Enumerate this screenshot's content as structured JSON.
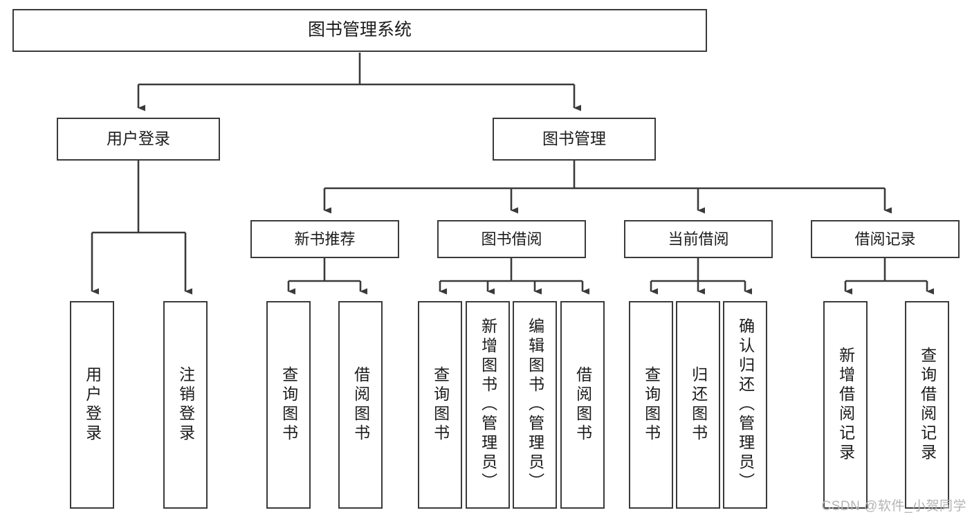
{
  "diagram": {
    "type": "tree",
    "title": "图书管理系统",
    "orientation": "top-down",
    "background_color": "#ffffff",
    "stroke_color": "#3a3a3a",
    "text_color": "#1b1b1b",
    "nodes": {
      "root": {
        "label": "图书管理系统"
      },
      "level1": [
        {
          "id": "user-login",
          "label": "用户登录"
        },
        {
          "id": "book-manage",
          "label": "图书管理"
        }
      ],
      "level2": [
        {
          "id": "new-book-recommend",
          "label": "新书推荐"
        },
        {
          "id": "book-borrow",
          "label": "图书借阅"
        },
        {
          "id": "current-borrow",
          "label": "当前借阅"
        },
        {
          "id": "borrow-record",
          "label": "借阅记录"
        }
      ],
      "leaves": {
        "user-login": [
          {
            "id": "leaf-user-login",
            "label": "用户登录"
          },
          {
            "id": "leaf-user-logout",
            "label": "注销登录"
          }
        ],
        "new-book-recommend": [
          {
            "id": "leaf-query-book-1",
            "label": "查询图书"
          },
          {
            "id": "leaf-borrow-book-1",
            "label": "借阅图书"
          }
        ],
        "book-borrow": [
          {
            "id": "leaf-query-book-2",
            "label": "查询图书"
          },
          {
            "id": "leaf-add-book",
            "label": "新增图书（管理员）"
          },
          {
            "id": "leaf-edit-book",
            "label": "编辑图书（管理员）"
          },
          {
            "id": "leaf-borrow-book-2",
            "label": "借阅图书"
          }
        ],
        "current-borrow": [
          {
            "id": "leaf-query-book-3",
            "label": "查询图书"
          },
          {
            "id": "leaf-return-book",
            "label": "归还图书"
          },
          {
            "id": "leaf-confirm-return",
            "label": "确认归还（管理员）"
          }
        ],
        "borrow-record": [
          {
            "id": "leaf-add-record",
            "label": "新增借阅记录"
          },
          {
            "id": "leaf-query-record",
            "label": "查询借阅记录"
          }
        ]
      }
    },
    "watermark": "CSDN @软件_小贺同学"
  }
}
